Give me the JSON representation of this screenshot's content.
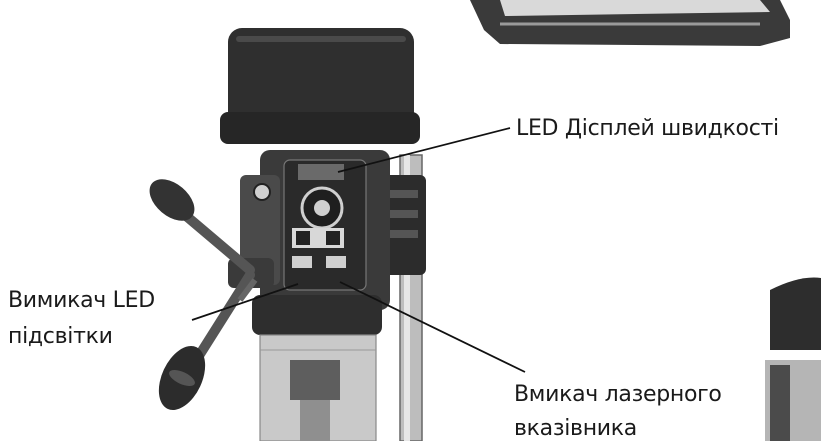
{
  "labels": {
    "led_display": "LED Дісплей швидкості",
    "led_light_switch_line1": "Вимикач LED",
    "led_light_switch_line2": "підсвітки",
    "laser_switch_line1": "Вмикач лазерного",
    "laser_switch_line2": "вказівника"
  },
  "colors": {
    "machine_dark": "#2b2b2b",
    "machine_mid": "#5a5a5a",
    "machine_light": "#b9b9b9",
    "leader_line": "#111111"
  }
}
